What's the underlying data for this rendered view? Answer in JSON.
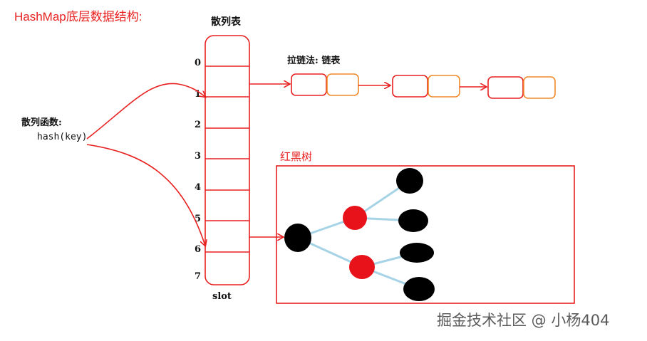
{
  "diagram": {
    "title": "HashMap底层数据结构:",
    "table_label": "散列表",
    "slot_label": "slot",
    "slot_indices": [
      "0",
      "1",
      "2",
      "3",
      "4",
      "5",
      "6",
      "7"
    ],
    "hash_function_label": "散列函数:",
    "hash_function_call": "hash(key)",
    "linked_list_label": "拉链法: 链表",
    "tree_label": "红黑树",
    "watermark": "掘金技术社区 @ 小杨404"
  },
  "colors": {
    "accent_red": "#e82020",
    "node_orange": "#f08a2a",
    "edge_blue": "#a6d3e6",
    "black_node": "#000000",
    "red_node": "#e8121a"
  }
}
